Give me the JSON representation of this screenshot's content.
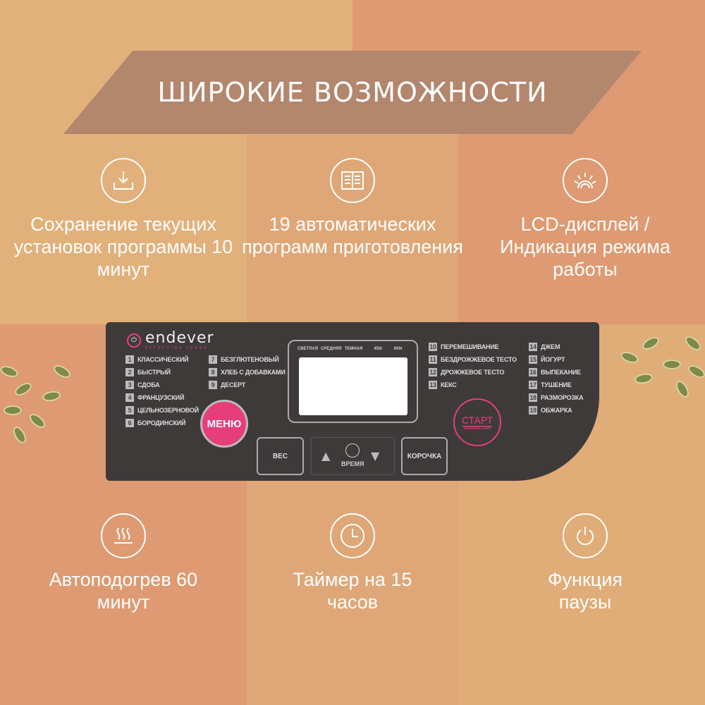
{
  "banner": {
    "title": "ШИРОКИЕ ВОЗМОЖНОСТИ"
  },
  "features": [
    {
      "icon": "download-icon",
      "text": "Сохранение текущих установок программы 10 минут"
    },
    {
      "icon": "book-icon",
      "text": "19 автоматических программ приготовления"
    },
    {
      "icon": "light-icon",
      "text": "LCD-дисплей / Индикация режима работы"
    },
    {
      "icon": "steam-heat-icon",
      "text": "Автоподогрев 60 минут"
    },
    {
      "icon": "clock-icon",
      "text": "Таймер на 15 часов"
    },
    {
      "icon": "power-icon",
      "text": "Функция паузы"
    }
  ],
  "panel": {
    "brand": "endever",
    "tagline": "EFFECTING IDEAS",
    "programs": [
      {
        "n": "1",
        "name": "КЛАССИЧЕСКИЙ"
      },
      {
        "n": "2",
        "name": "БЫСТРЫЙ"
      },
      {
        "n": "3",
        "name": "СДОБА"
      },
      {
        "n": "4",
        "name": "ФРАНЦУЗСКИЙ"
      },
      {
        "n": "5",
        "name": "ЦЕЛЬНОЗЕРНОВОЙ"
      },
      {
        "n": "6",
        "name": "БОРОДИНСКИЙ"
      },
      {
        "n": "7",
        "name": "БЕЗГЛЮТЕНОВЫЙ"
      },
      {
        "n": "8",
        "name": "ХЛЕБ С ДОБАВКАМИ"
      },
      {
        "n": "9",
        "name": "ДЕСЕРТ"
      },
      {
        "n": "10",
        "name": "ПЕРЕМЕШИВАНИЕ"
      },
      {
        "n": "11",
        "name": "БЕЗДРОЖЖЕВОЕ ТЕСТО"
      },
      {
        "n": "12",
        "name": "ДРОЖЖЕВОЕ ТЕСТО"
      },
      {
        "n": "13",
        "name": "КЕКС"
      },
      {
        "n": "14",
        "name": "ДЖЕМ"
      },
      {
        "n": "15",
        "name": "ЙОГУРТ"
      },
      {
        "n": "16",
        "name": "ВЫПЕКАНИЕ"
      },
      {
        "n": "17",
        "name": "ТУШЕНИЕ"
      },
      {
        "n": "18",
        "name": "РАЗМОРОЗКА"
      },
      {
        "n": "19",
        "name": "ОБЖАРКА"
      }
    ],
    "display": {
      "labels": [
        "СВЕТЛАЯ",
        "СРЕДНЯЯ",
        "ТЕМНАЯ",
        "450г",
        "600г"
      ]
    },
    "menu": "МЕНЮ",
    "weight": "ВЕС",
    "time": "ВРЕМЯ",
    "crust": "КОРОЧКА",
    "start": "СТАРТ",
    "pause": "ПАУЗА/СТОП",
    "accent": "#E63E7A"
  }
}
